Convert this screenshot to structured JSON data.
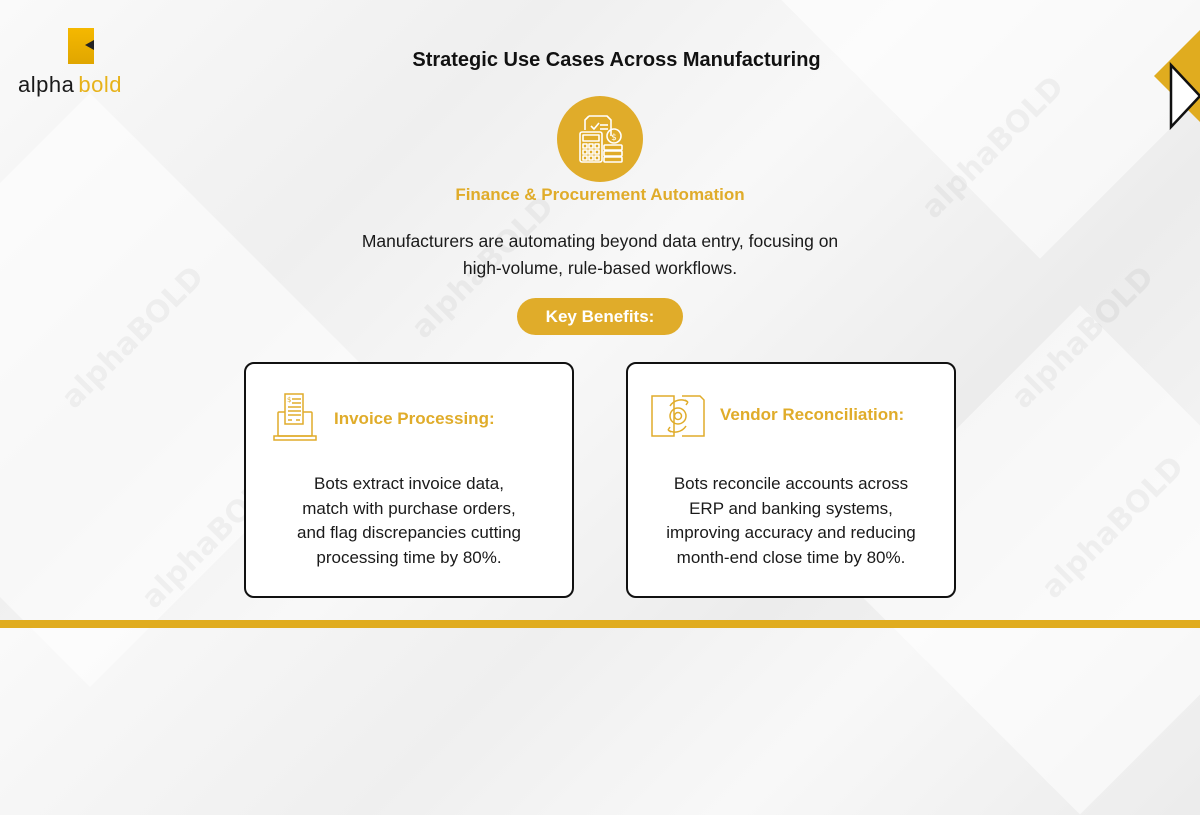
{
  "brand": {
    "name_light": "alpha",
    "name_bold": "bold",
    "accent_color": "#e0ac2a"
  },
  "watermark_text": "alphaBOLD",
  "header": {
    "title": "Strategic Use Cases Across Manufacturing"
  },
  "hero": {
    "icon": "finance-calculator-document-coin-icon",
    "subtitle": "Finance & Procurement Automation",
    "description_line1": "Manufacturers are automating beyond data entry, focusing on",
    "description_line2": "high-volume, rule-based workflows."
  },
  "benefits_label": "Key Benefits:",
  "cards": [
    {
      "icon": "invoice-laptop-icon",
      "title": "Invoice Processing:",
      "lines": [
        "Bots extract invoice data,",
        "match with purchase orders,",
        "and flag discrepancies cutting",
        "processing time by 80%."
      ]
    },
    {
      "icon": "gear-sync-documents-icon",
      "title": "Vendor Reconciliation:",
      "lines": [
        "Bots reconcile accounts across",
        "ERP and banking systems,",
        "improving accuracy and reducing",
        "month-end close time by 80%."
      ]
    }
  ]
}
